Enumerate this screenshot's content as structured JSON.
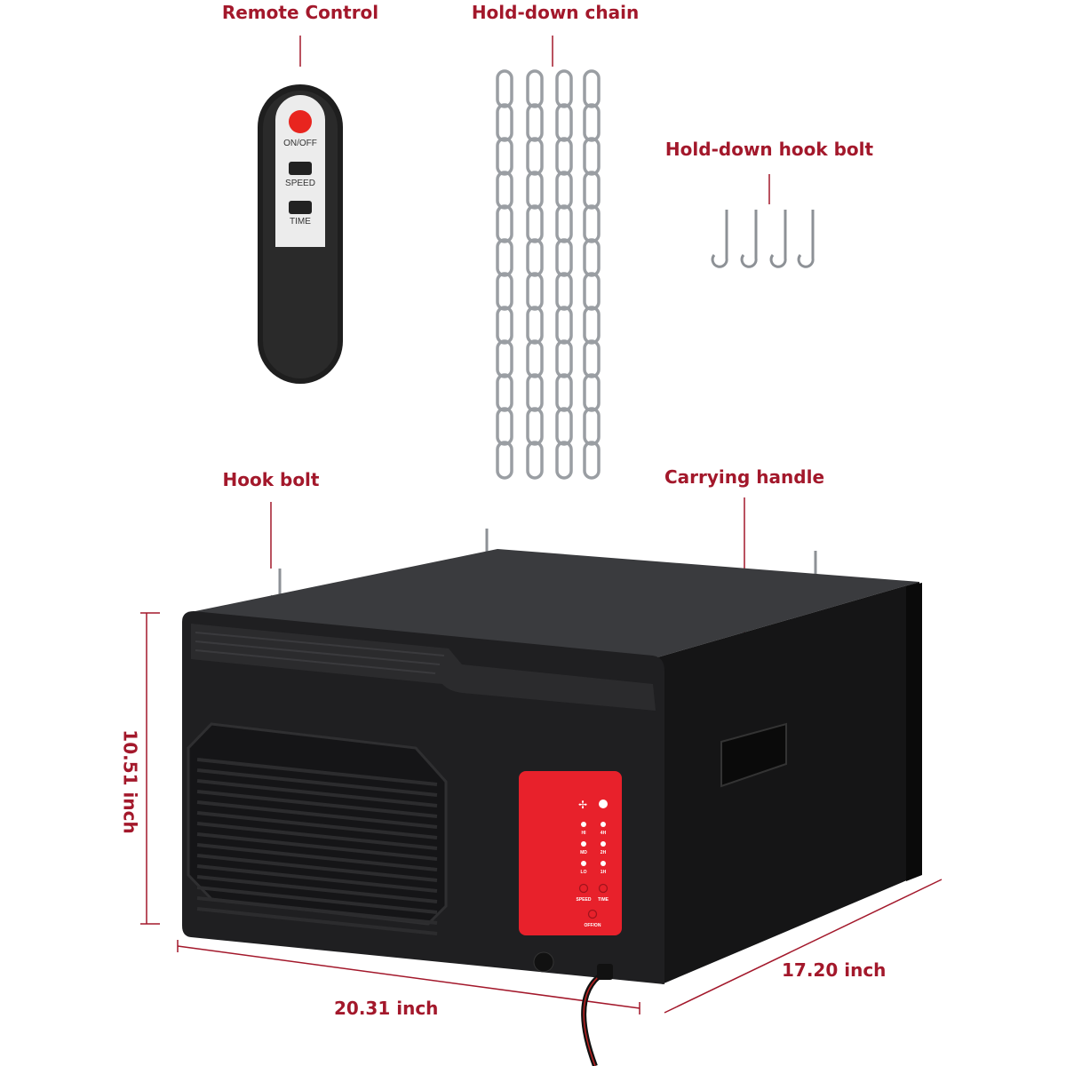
{
  "labels": {
    "remote_control": "Remote Control",
    "hold_down_chain": "Hold-down chain",
    "hold_down_hook_bolt": "Hold-down hook bolt",
    "hook_bolt": "Hook bolt",
    "carrying_handle": "Carrying handle"
  },
  "remote": {
    "on_off": "ON/OFF",
    "speed": "SPEED",
    "time": "TIME"
  },
  "control_panel": {
    "speed_levels": [
      "HI",
      "MD",
      "LO"
    ],
    "time_levels": [
      "4H",
      "2H",
      "1H"
    ],
    "speed": "SPEED",
    "time": "TIME",
    "off_on": "OFF/ON"
  },
  "dimensions": {
    "height": "10.51 inch",
    "width": "20.31 inch",
    "depth": "17.20 inch"
  },
  "colors": {
    "label": "#a3182b",
    "panel": "#e8212b",
    "body": "#1c1c1e"
  }
}
